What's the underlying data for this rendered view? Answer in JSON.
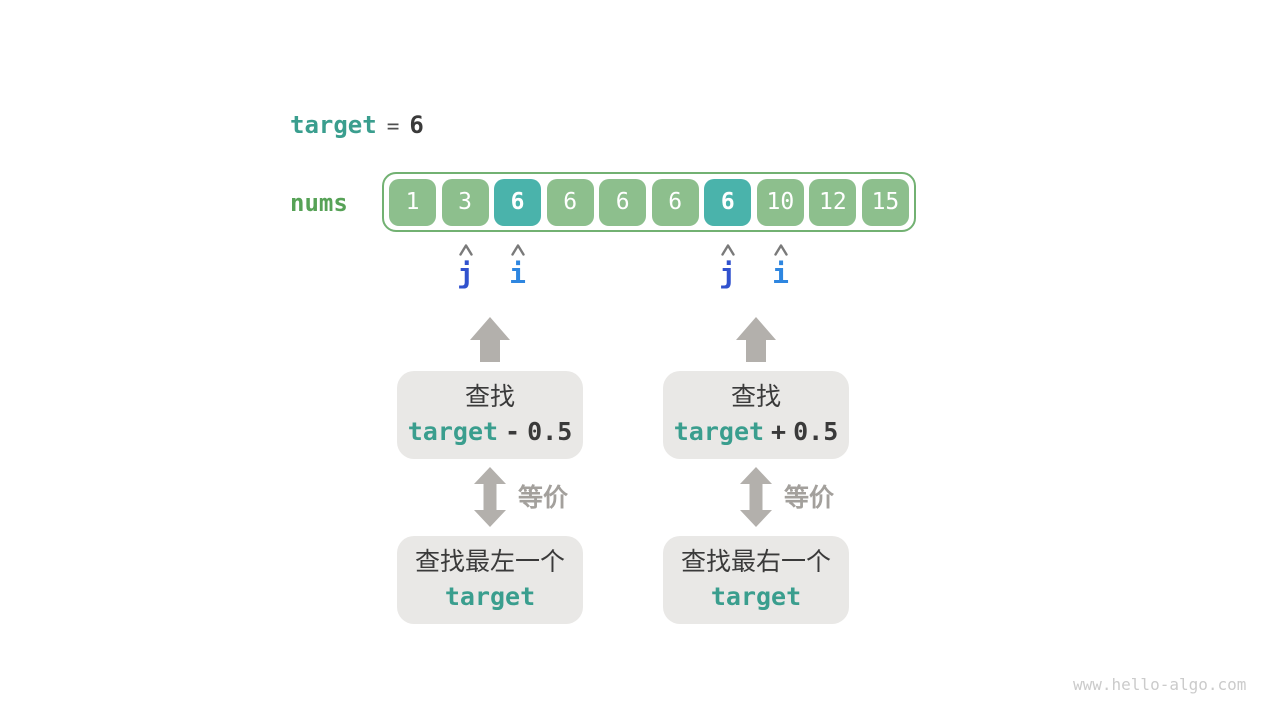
{
  "title_expression": {
    "variable": "target",
    "equals": "=",
    "value": "6"
  },
  "array": {
    "label": "nums",
    "cells": [
      {
        "value": "1",
        "highlight": false
      },
      {
        "value": "3",
        "highlight": false
      },
      {
        "value": "6",
        "highlight": true
      },
      {
        "value": "6",
        "highlight": false
      },
      {
        "value": "6",
        "highlight": false
      },
      {
        "value": "6",
        "highlight": false
      },
      {
        "value": "6",
        "highlight": true
      },
      {
        "value": "10",
        "highlight": false
      },
      {
        "value": "12",
        "highlight": false
      },
      {
        "value": "15",
        "highlight": false
      }
    ]
  },
  "pointers": [
    {
      "label": "j",
      "cell_index": 1
    },
    {
      "label": "i",
      "cell_index": 2
    },
    {
      "label": "j",
      "cell_index": 6
    },
    {
      "label": "i",
      "cell_index": 7
    }
  ],
  "flows": [
    {
      "search_line1": "查找",
      "search_var": "target",
      "search_op": "-",
      "search_num": "0.5",
      "equiv_label": "等价",
      "result_line1": "查找最左一个",
      "result_code": "target"
    },
    {
      "search_line1": "查找",
      "search_var": "target",
      "search_op": "+",
      "search_num": "0.5",
      "equiv_label": "等价",
      "result_line1": "查找最右一个",
      "result_code": "target"
    }
  ],
  "watermark": "www.hello-algo.com",
  "colors": {
    "teal-text": "#3A9E8E",
    "green-label": "#57A257",
    "array-border": "#72B172",
    "cell-green": "#8DBF8D",
    "cell-teal": "#4AB3AB",
    "cell-text": "#FFFFFF",
    "dark-text": "#3A3A3A",
    "equals-gray": "#4F4F4F",
    "arrow-gray": "#B3B0AC",
    "box-bg": "#E9E8E6",
    "equiv-text": "#A3A09C",
    "pointer-j": "#3152CE",
    "pointer-i": "#2E86E0",
    "caret-gray": "#7A7A7A",
    "watermark-text": "#CBCBCB"
  }
}
